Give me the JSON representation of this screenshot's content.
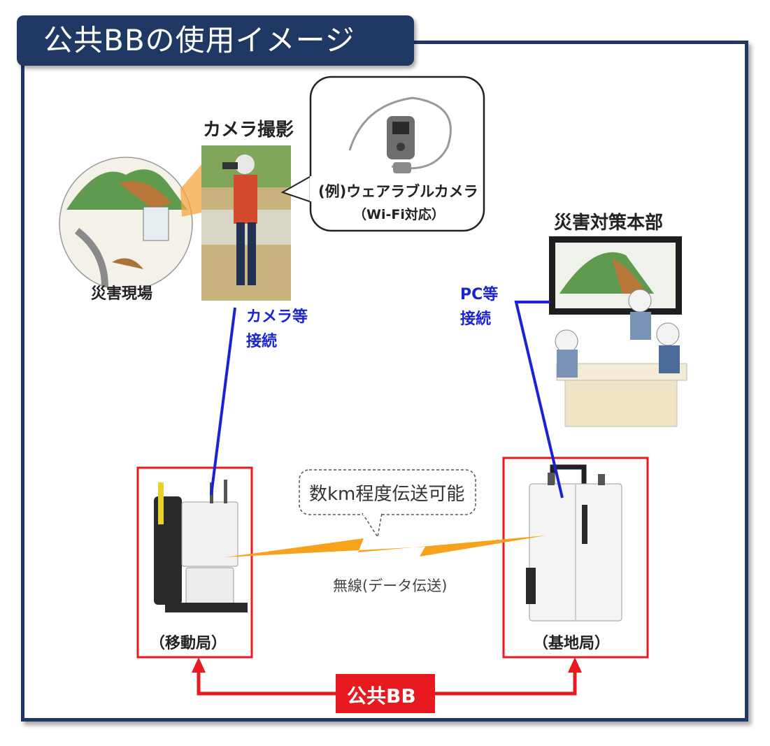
{
  "title": "公共BBの使用イメージ",
  "camera_shooting": "カメラ撮影",
  "wearable_camera": "(例)ウェアラブルカメラ",
  "wifi_support": "（Wi-Fi対応）",
  "disaster_site": "災害現場",
  "hq": "災害対策本部",
  "camera_conn_1": "カメラ等",
  "camera_conn_2": "接続",
  "pc_conn_1": "PC等",
  "pc_conn_2": "接続",
  "range_note": "数km程度伝送可能",
  "wireless": "無線(データ伝送)",
  "mobile_station": "（移動局）",
  "base_station": "（基地局）",
  "public_bb": "公共BB",
  "colors": {
    "navy": "#1f3864",
    "red": "#e8191f",
    "blue": "#1a22d8",
    "orange": "#f6a21b"
  }
}
